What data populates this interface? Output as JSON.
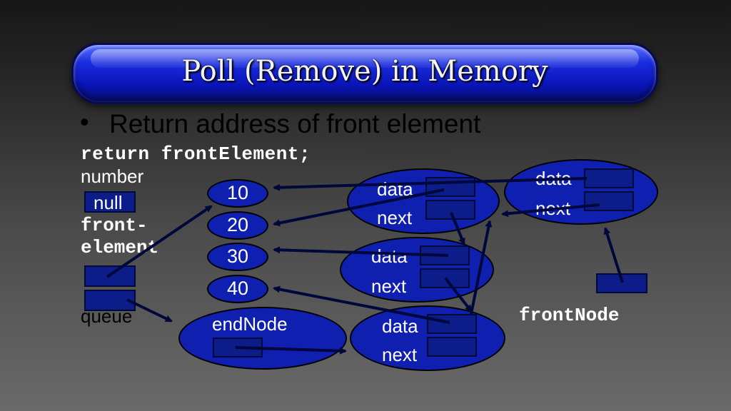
{
  "slide": {
    "title": "Poll (Remove) in Memory",
    "bullet": "Return address of front element",
    "code": "return frontElement;"
  },
  "labels": {
    "number": "number",
    "null": "null",
    "front_element_1": "front-",
    "front_element_2": "element",
    "queue": "queue",
    "front_node": "frontNode",
    "end_node": "endNode"
  },
  "values": [
    "10",
    "20",
    "30",
    "40"
  ],
  "nodes": [
    {
      "data_label": "data",
      "next_label": "next"
    },
    {
      "data_label": "data",
      "next_label": "next"
    },
    {
      "data_label": "data",
      "next_label": "next"
    },
    {
      "data_label": "data",
      "next_label": "next"
    }
  ],
  "colors": {
    "title_bar": "#0a14b8",
    "oval": "#0f1fb0",
    "box": "#0c1d8a",
    "arrow": "#00073a"
  }
}
